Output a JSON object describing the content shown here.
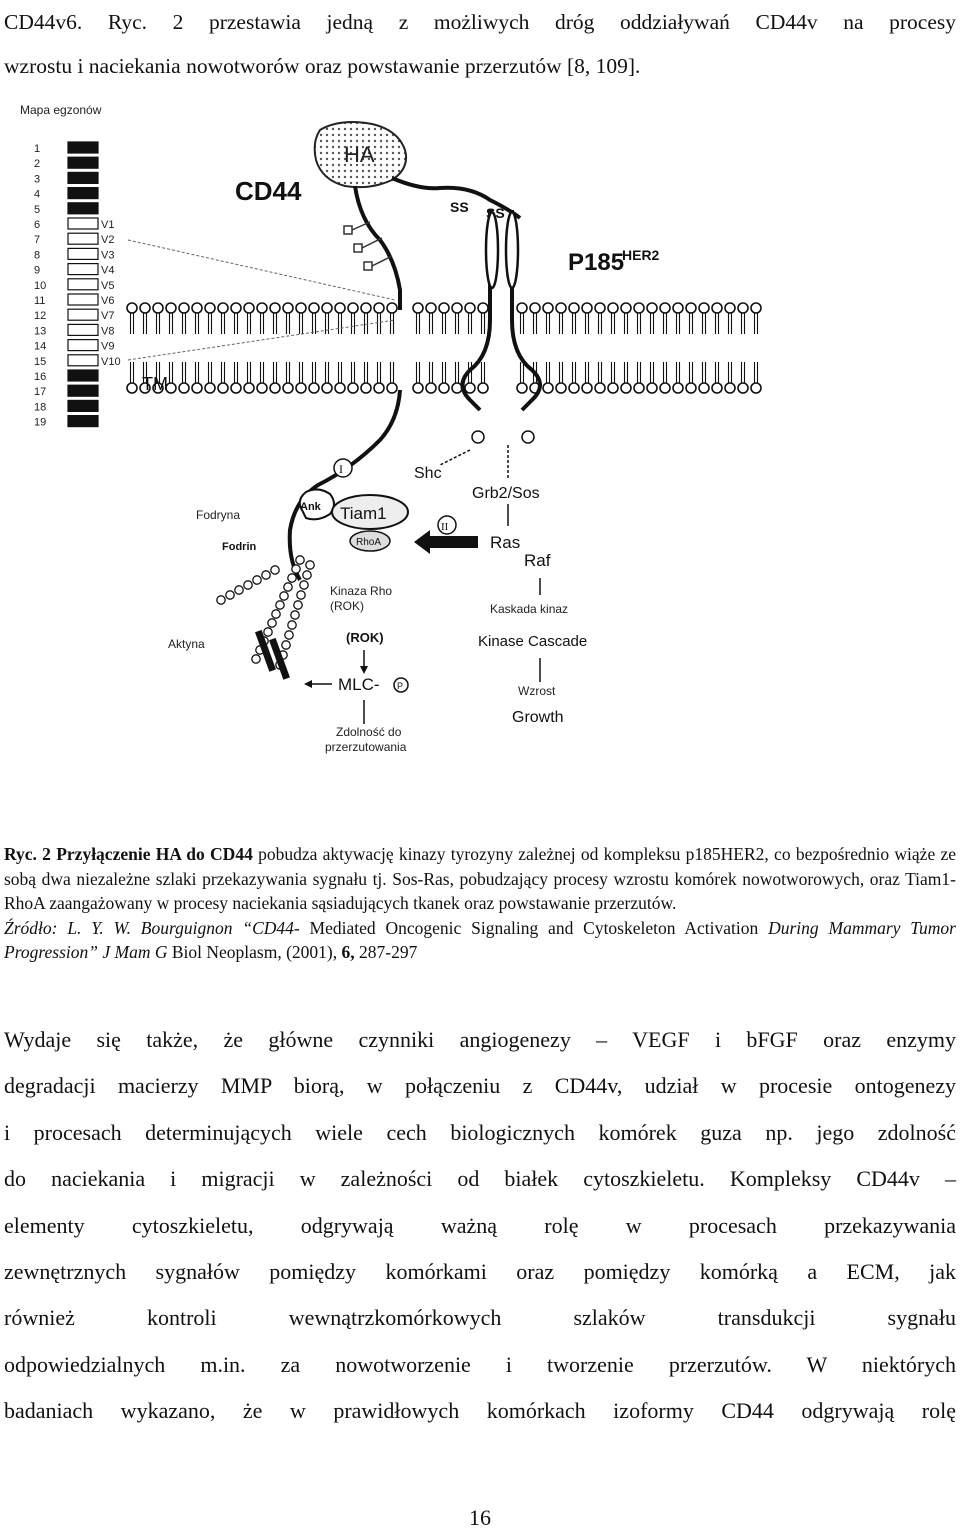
{
  "top_paragraph": {
    "line1": "CD44v6. Ryc. 2 przestawia jedną z możliwych dróg oddziaływań CD44v na procesy",
    "line2": "wzrostu i naciekania nowotworów oraz powstawanie przerzutów [8, 109]."
  },
  "figure": {
    "exon_map_label": "Mapa egzonów",
    "exon_numbers": [
      "1",
      "2",
      "3",
      "4",
      "5",
      "6",
      "7",
      "8",
      "9",
      "10",
      "11",
      "12",
      "13",
      "14",
      "15",
      "16",
      "17",
      "18",
      "19"
    ],
    "variant_labels": [
      "V1",
      "V2",
      "V3",
      "V4",
      "V5",
      "V6",
      "V7",
      "V8",
      "V9",
      "V10"
    ],
    "diagram_text": {
      "ha": "HA",
      "cd44": "CD44",
      "p185": "P185",
      "her2": "HER2",
      "ss": "SS",
      "tm": "TM",
      "shc": "Shc",
      "grb2sos": "Grb2/Sos",
      "ras": "Ras",
      "raf": "Raf",
      "tiam1": "Tiam1",
      "rhoa": "RhoA",
      "ank": "Ank",
      "fodrin": "Fodrin",
      "rok": "(ROK)",
      "mlc": "MLC-",
      "p": "P",
      "kinase_cascade": "Kinase Cascade",
      "growth": "Growth",
      "roman_i": "I",
      "roman_ii": "II"
    },
    "labels": {
      "fodryna": "Fodryna",
      "kinaza_rho_line1": "Kinaza Rho",
      "kinaza_rho_line2": "(ROK)",
      "kaskada_kinaz": "Kaskada kinaz",
      "aktyna": "Aktyna",
      "wzrost": "Wzrost",
      "zdolnosc_line1": "Zdolność do",
      "zdolnosc_line2": "przerzutowania"
    }
  },
  "caption": {
    "ryc": "Ryc. 2",
    "bold1": "Przyłączenie HA do CD44",
    "text1": " pobudza aktywację kinazy tyrozyny zależnej od kompleksu p185HER2, co bezpośrednio wiąże ze sobą dwa niezależne szlaki przekazywania sygnału tj. Sos-Ras, pobudzający procesy wzrostu komórek nowotworowych, oraz Tiam1-RhoA zaangażowany w procesy naciekania sąsiadujących tkanek oraz powstawanie przerzutów.",
    "source_italic": "Źródło: L. Y. W. Bourguignon “CD44-",
    "source_mid": " Mediated Oncogenic Signaling and Cytoskeleton Activation ",
    "source_italic2": "During Mammary Tumor Progression” J Mam G",
    "source_end1": " Biol Neoplasm, (2001), ",
    "source_vol": "6,",
    "source_end2": " 287-297"
  },
  "body_paragraph": [
    "Wydaje się także, że główne czynniki angiogenezy – VEGF i bFGF oraz enzymy",
    "degradacji macierzy MMP biorą, w połączeniu z CD44v, udział w procesie ontogenezy",
    "i procesach determinujących wiele cech biologicznych komórek guza np. jego zdolność",
    "do naciekania i migracji w zależności od białek cytoszkieletu. Kompleksy CD44v –",
    "elementy cytoszkieletu, odgrywają ważną rolę w procesach przekazywania",
    "zewnętrznych sygnałów pomiędzy komórkami oraz pomiędzy komórką a ECM, jak",
    "również kontroli wewnątrzkomórkowych szlaków transdukcji sygnału",
    "odpowiedzialnych m.in. za nowotworzenie i tworzenie przerzutów. W niektórych",
    "badaniach wykazano, że w prawidłowych komórkach izoformy CD44 odgrywają rolę"
  ],
  "page_number": "16"
}
